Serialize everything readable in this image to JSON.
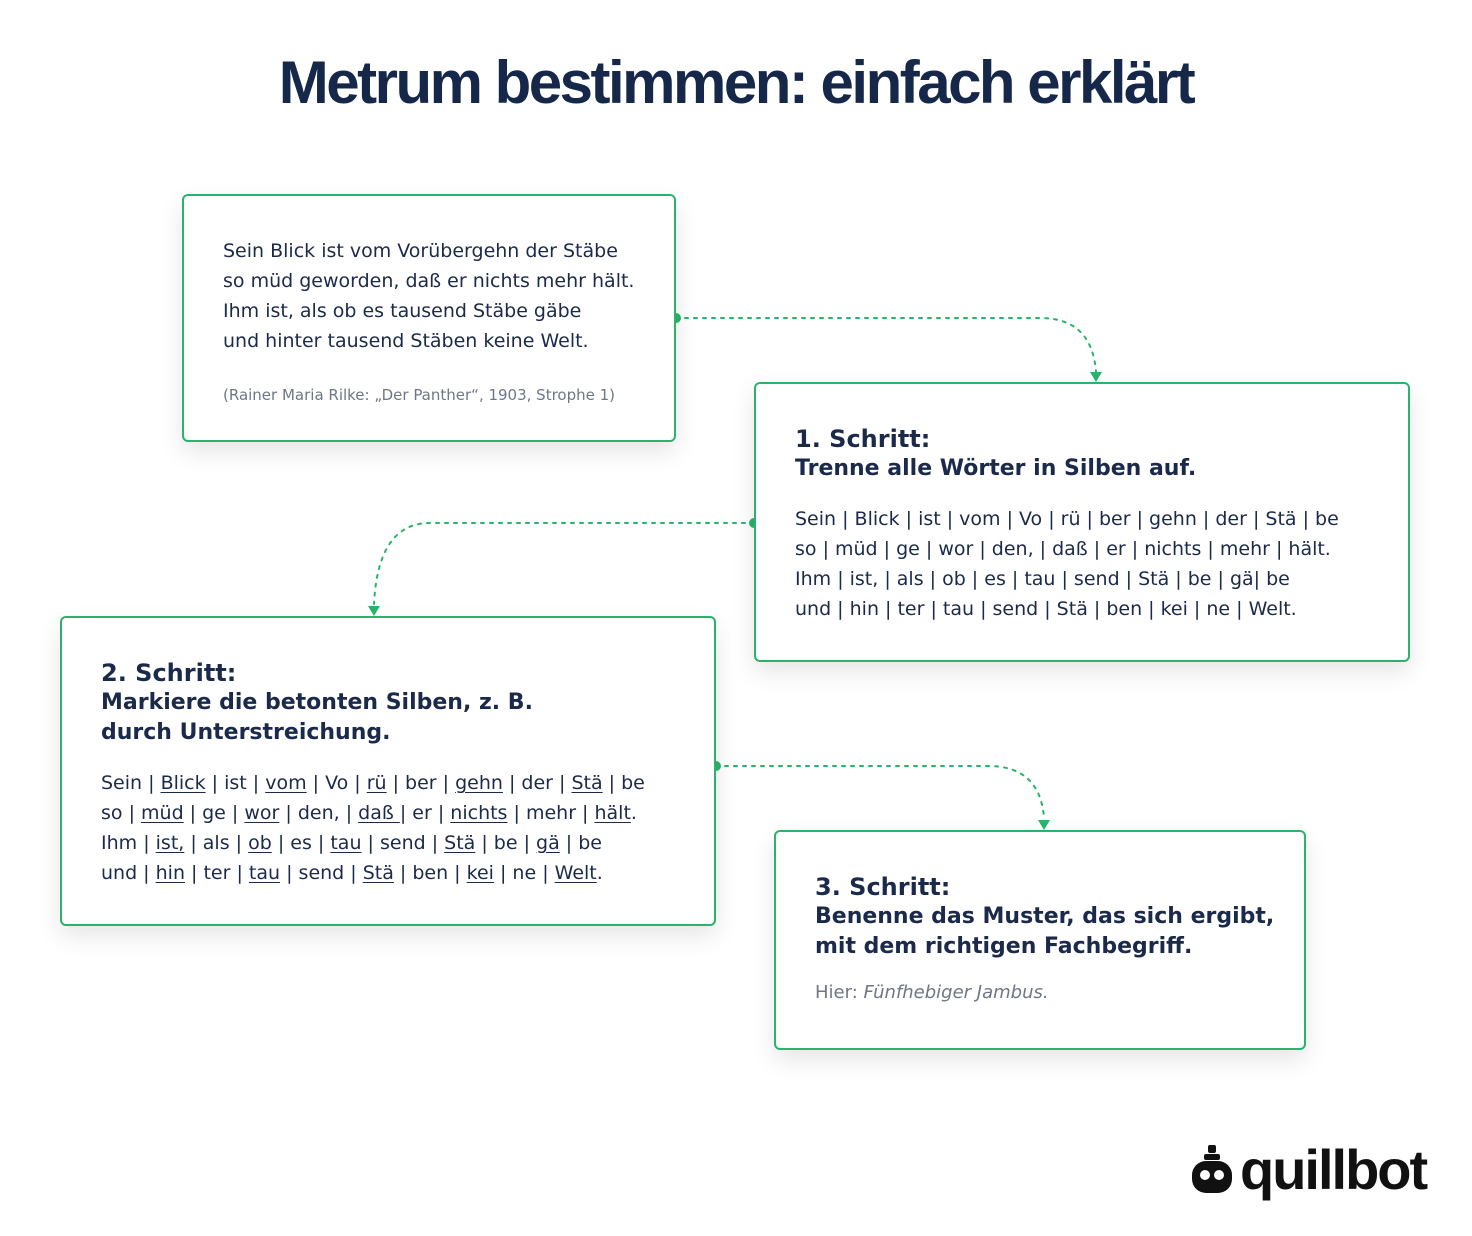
{
  "title": "Metrum bestimmen: einfach erklärt",
  "colors": {
    "accent": "#2bb36b",
    "text": "#1b2a4a",
    "muted": "#6e7785"
  },
  "poem": {
    "lines": [
      "Sein Blick ist vom Vorübergehn der Stäbe",
      "so müd geworden, daß er nichts mehr hält.",
      "Ihm ist, als ob es tausend Stäbe gäbe",
      "und hinter tausend Stäben keine Welt."
    ],
    "citation": "(Rainer Maria Rilke: „Der Panther“, 1903, Strophe 1)"
  },
  "step1": {
    "title": "1. Schritt:",
    "subtitle": "Trenne alle Wörter in Silben auf.",
    "lines": [
      "Sein | Blick | ist | vom | Vo | rü | ber | gehn | der | Stä | be",
      "so | müd | ge | wor | den, | daß | er | nichts | mehr | hält.",
      "Ihm | ist, | als | ob | es | tau | send | Stä | be | gä| be",
      "und | hin | ter | tau | send | Stä | ben | kei | ne | Welt."
    ]
  },
  "step2": {
    "title": "2. Schritt:",
    "subtitle_lines": [
      "Markiere die betonten Silben, z. B.",
      "durch Unterstreichung."
    ],
    "lines": [
      [
        [
          "Sein",
          0
        ],
        [
          " | ",
          0
        ],
        [
          "Blick",
          1
        ],
        [
          " | ist | ",
          0
        ],
        [
          "vom",
          1
        ],
        [
          " | Vo | ",
          0
        ],
        [
          "rü",
          1
        ],
        [
          " | ber | ",
          0
        ],
        [
          "gehn",
          1
        ],
        [
          " | der | ",
          0
        ],
        [
          "Stä",
          1
        ],
        [
          " | be",
          0
        ]
      ],
      [
        [
          "so | ",
          0
        ],
        [
          "müd",
          1
        ],
        [
          " | ge | ",
          0
        ],
        [
          "wor",
          1
        ],
        [
          " | den, | ",
          0
        ],
        [
          "daß ",
          1
        ],
        [
          "| er | ",
          0
        ],
        [
          "nichts",
          1
        ],
        [
          " | mehr | ",
          0
        ],
        [
          "hält",
          1
        ],
        [
          ".",
          0
        ]
      ],
      [
        [
          "Ihm | ",
          0
        ],
        [
          "ist,",
          1
        ],
        [
          " | als | ",
          0
        ],
        [
          "ob",
          1
        ],
        [
          " | es | ",
          0
        ],
        [
          "tau",
          1
        ],
        [
          " | send | ",
          0
        ],
        [
          "Stä",
          1
        ],
        [
          " | be | ",
          0
        ],
        [
          "gä",
          1
        ],
        [
          " | be",
          0
        ]
      ],
      [
        [
          "und | ",
          0
        ],
        [
          "hin",
          1
        ],
        [
          " | ter | ",
          0
        ],
        [
          "tau",
          1
        ],
        [
          " | send | ",
          0
        ],
        [
          "Stä",
          1
        ],
        [
          " | ben | ",
          0
        ],
        [
          "kei",
          1
        ],
        [
          " | ne | ",
          0
        ],
        [
          "Welt",
          1
        ],
        [
          ".",
          0
        ]
      ]
    ]
  },
  "step3": {
    "title": "3. Schritt:",
    "subtitle_lines": [
      "Benenne das Muster, das sich ergibt,",
      "mit dem richtigen Fachbegriff."
    ],
    "note_prefix": "Hier: ",
    "note_value": "Fünfhebiger Jambus."
  },
  "logo": {
    "text": "quillbot",
    "icon": "quillbot-robot-icon"
  }
}
